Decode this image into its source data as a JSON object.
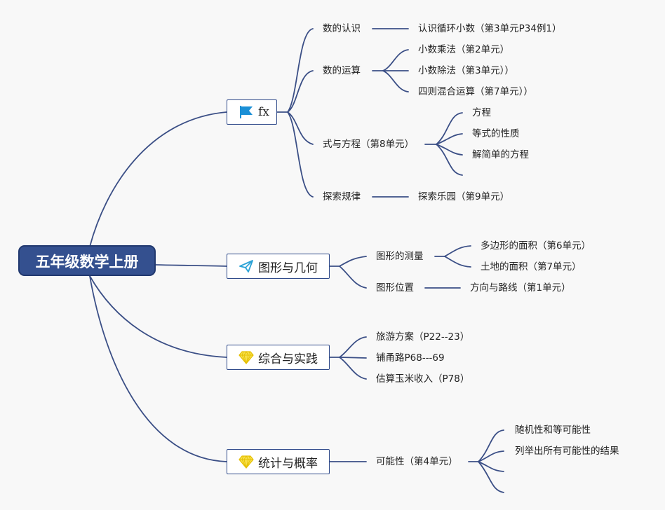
{
  "root": {
    "title": "五年级数学上册"
  },
  "branches": [
    {
      "label": "fx",
      "icon": "flag-icon",
      "children": [
        {
          "label": "数的认识",
          "children": [
            "认识循环小数（第3单元P34例1）"
          ]
        },
        {
          "label": "数的运算",
          "children": [
            "小数乘法（第2单元）",
            "小数除法（第3单元））",
            "四则混合运算（第7单元））"
          ]
        },
        {
          "label": "式与方程（第8单元）",
          "children": [
            "方程",
            "等式的性质",
            "解简单的方程",
            ""
          ]
        },
        {
          "label": "探索规律",
          "children": [
            "探索乐园（第9单元）"
          ]
        }
      ]
    },
    {
      "label": "图形与几何",
      "icon": "paper-plane-icon",
      "children": [
        {
          "label": "图形的测量",
          "children": [
            "多边形的面积（第6单元）",
            "土地的面积（第7单元）"
          ]
        },
        {
          "label": "图形位置",
          "children": [
            "方向与路线（第1单元）"
          ]
        }
      ]
    },
    {
      "label": "综合与实践",
      "icon": "diamond-icon",
      "children": [
        {
          "label": "旅游方案（P22--23）"
        },
        {
          "label": "铺甬路P68---69"
        },
        {
          "label": "估算玉米收入（P78）"
        }
      ]
    },
    {
      "label": "统计与概率",
      "icon": "diamond-icon",
      "children": [
        {
          "label": "可能性（第4单元）",
          "children": [
            "随机性和等可能性",
            "列举出所有可能性的结果",
            "",
            ""
          ]
        }
      ]
    }
  ],
  "colors": {
    "root_fill": "#34508f",
    "line": "#3b4f86",
    "flag": "#1a8fd6",
    "plane": "#2aa2d6",
    "diamond": "#f2d31b"
  }
}
